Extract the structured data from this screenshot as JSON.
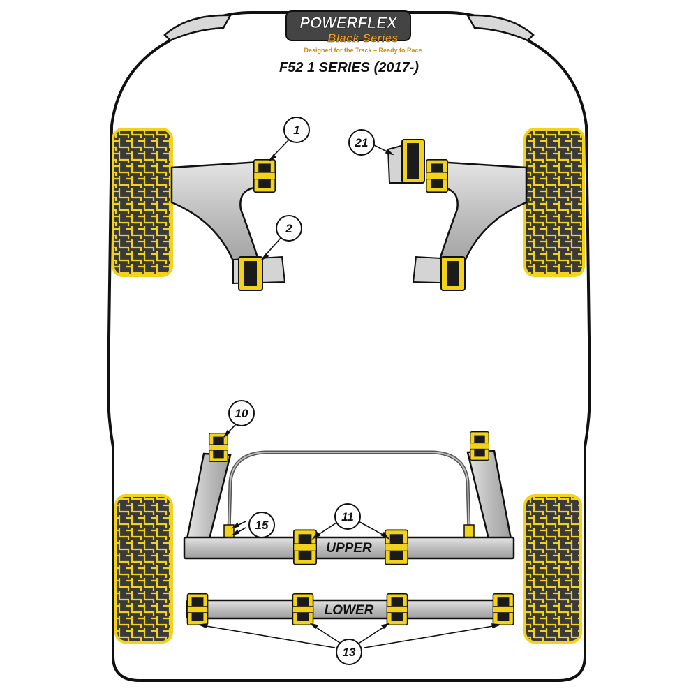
{
  "brand": {
    "name": "POWERFLEX",
    "series": "Black Series",
    "tagline": "Designed for the Track – Ready to Race"
  },
  "title": "F52 1 SERIES (2017-)",
  "labels": {
    "upper": "UPPER",
    "lower": "LOWER"
  },
  "callouts": {
    "c1": "1",
    "c2": "2",
    "c21": "21",
    "c10": "10",
    "c11": "11",
    "c15": "15",
    "c13": "13"
  },
  "colors": {
    "bushing_yellow": "#f2d21b",
    "bushing_black": "#1b1b1b",
    "tyre_tread": "#3a3a3a",
    "arm_grey": "#c8c8c8",
    "outline": "#111111"
  }
}
